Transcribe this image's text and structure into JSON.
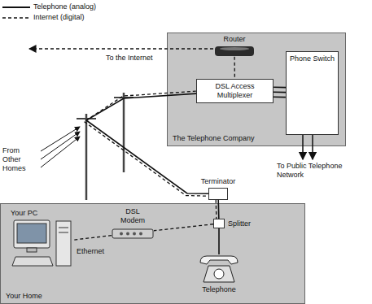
{
  "diagram": {
    "nodes": [
      {
        "text": [
          "The Telephone Company"
        ]
      },
      {
        "text": [
          "Router"
        ],
        "in": 0
      },
      {
        "text": [
          "DSL Access Multiplexer"
        ],
        "in": 0
      },
      {
        "text": [
          "Phone Switch"
        ],
        "in": 0
      },
      {
        "text": [
          "Your Home"
        ]
      },
      {
        "text": [
          "Your PC"
        ],
        "in": 4
      },
      {
        "text": [
          "DSL Modem"
        ],
        "in": 4
      },
      {
        "text": [
          "Splitter"
        ],
        "in": 4
      },
      {
        "text": [
          "Terminator"
        ]
      },
      {
        "text": [
          "Telephone"
        ],
        "in": 4
      }
    ],
    "edges": [
      {
        "from": 1,
        "to": 2,
        "arrow": "none"
      },
      {
        "from": 2,
        "to": 3,
        "arrow": "none"
      },
      {
        "from": 2,
        "to": 8,
        "arrow": "none"
      },
      {
        "from": 8,
        "to": 7,
        "arrow": "none"
      },
      {
        "from": 7,
        "to": 6,
        "arrow": "none"
      },
      {
        "from": 7,
        "to": 9,
        "arrow": "none"
      },
      {
        "from": 6,
        "to": 5,
        "label": "Ethernet",
        "arrow": "none"
      }
    ],
    "labels": [
      "To the Internet",
      "To Public Telephone Network",
      "From Other Homes"
    ],
    "legend": [
      {
        "text": "Telephone (analog)"
      },
      {
        "text": "Internet (digital)"
      }
    ]
  }
}
